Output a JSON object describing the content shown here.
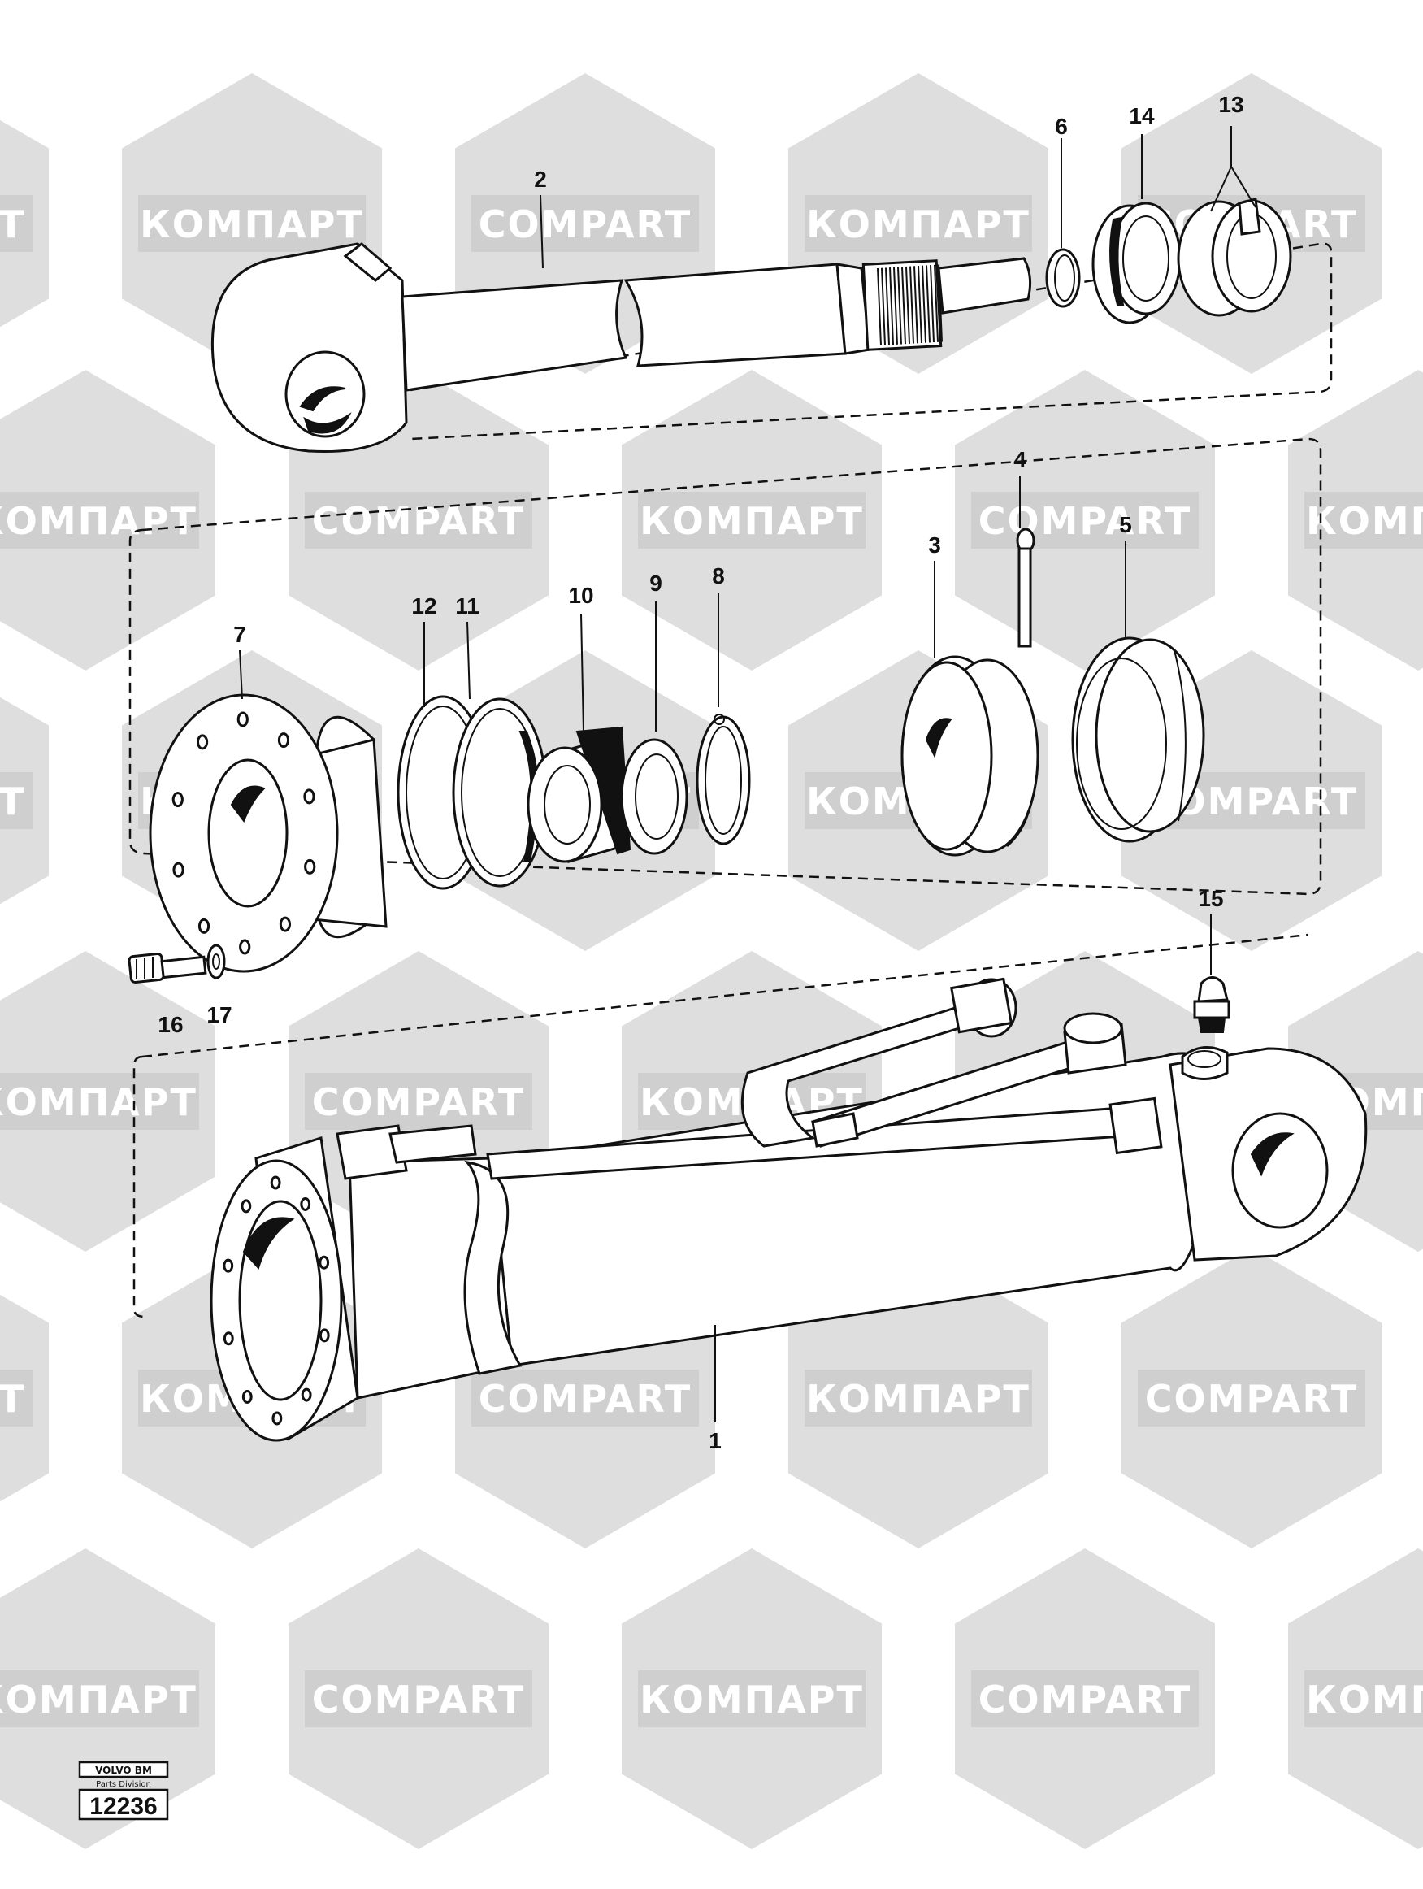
{
  "watermarks": {
    "latin": "COMPART",
    "cyrillic": "КОМПАРТ"
  },
  "callouts": {
    "p1": "1",
    "p2": "2",
    "p3": "3",
    "p4": "4",
    "p5": "5",
    "p6": "6",
    "p7": "7",
    "p8": "8",
    "p9": "9",
    "p10": "10",
    "p11": "11",
    "p12": "12",
    "p13": "13",
    "p14": "14",
    "p15": "15",
    "p16": "16",
    "p17": "17"
  },
  "badge": {
    "brand": "VOLVO BM",
    "division": "Parts Division",
    "number": "12236"
  },
  "colors": {
    "line": "#111111",
    "watermark": "#dedede"
  }
}
